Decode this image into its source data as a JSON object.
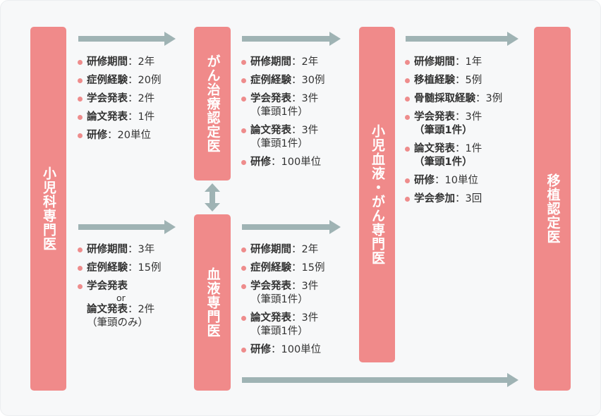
{
  "boxes": {
    "pediatrics": "小児科専門医",
    "cancer_therapy": "がん治療認定医",
    "hematology": "血液専門医",
    "ped_hem_onc": "小児血液・がん専門医",
    "transplant": "移植認定医"
  },
  "reqs": {
    "ped_to_cancer": [
      {
        "label": "研修期間",
        "value": "：2年"
      },
      {
        "label": "症例経験",
        "value": "：20例"
      },
      {
        "label": "学会発表",
        "value": "：2件"
      },
      {
        "label": "論文発表",
        "value": "：1件"
      },
      {
        "label": "研修",
        "value": "：20単位"
      }
    ],
    "ped_to_hem": [
      {
        "label": "研修期間",
        "value": "：3年"
      },
      {
        "label": "症例経験",
        "value": "：15例"
      },
      {
        "label": "学会発表",
        "value": "",
        "or": "or",
        "label2": "論文発表",
        "value2": "：2件",
        "sub": "（筆頭のみ）"
      }
    ],
    "cancer_to_phon": [
      {
        "label": "研修期間",
        "value": "：2年"
      },
      {
        "label": "症例経験",
        "value": "：30例"
      },
      {
        "label": "学会発表",
        "value": "：3件",
        "sub": "（筆頭1件）"
      },
      {
        "label": "論文発表",
        "value": "：3件",
        "sub": "（筆頭1件）"
      },
      {
        "label": "研修",
        "value": "：100単位"
      }
    ],
    "hem_to_phon": [
      {
        "label": "研修期間",
        "value": "：2年"
      },
      {
        "label": "症例経験",
        "value": "：15例"
      },
      {
        "label": "学会発表",
        "value": "：3件",
        "sub": "（筆頭1件）"
      },
      {
        "label": "論文発表",
        "value": "：3件",
        "sub": "（筆頭1件）"
      },
      {
        "label": "研修",
        "value": "：100単位"
      }
    ],
    "phon_to_transplant": [
      {
        "label": "研修期間",
        "value": "：1年"
      },
      {
        "label": "移植経験",
        "value": "：5例"
      },
      {
        "label": "骨髄採取経験",
        "value": "：3例"
      },
      {
        "label": "学会発表",
        "value": "：3件",
        "sub": "（筆頭1件）"
      },
      {
        "label": "論文発表",
        "value": "：1件",
        "sub": "（筆頭1件）"
      },
      {
        "label": "研修",
        "value": "：10単位"
      },
      {
        "label": "学会参加",
        "value": "：3回"
      }
    ]
  },
  "colors": {
    "box": "#f08a8a",
    "arrow": "#9fb3b4",
    "dot": "#ee8c8c"
  }
}
